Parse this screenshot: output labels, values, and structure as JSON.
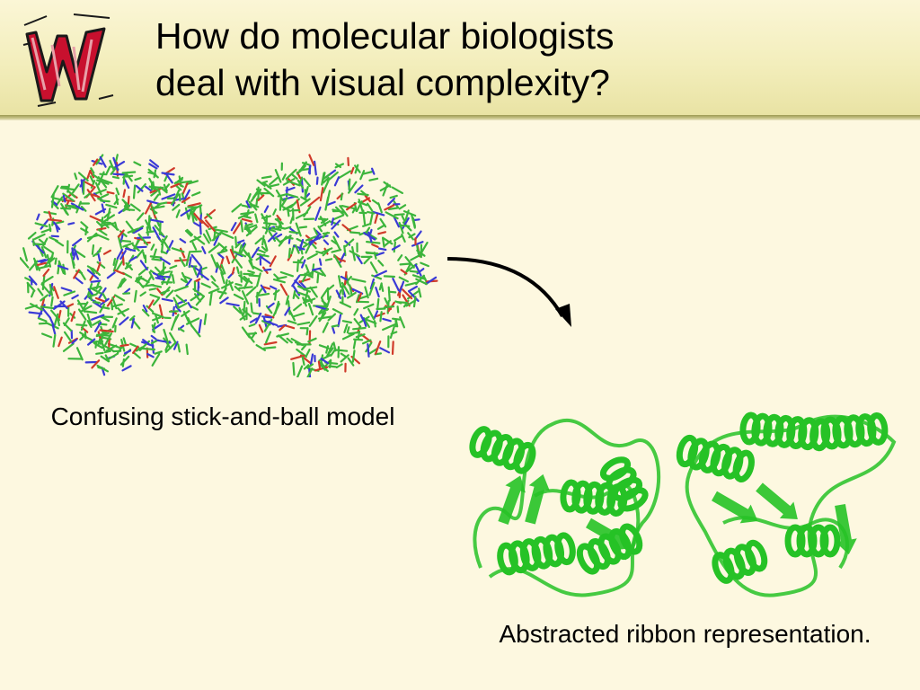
{
  "slide": {
    "title_lines": [
      "How do molecular biologists",
      "deal with visual complexity?"
    ],
    "logo_icon": "university-w-logo-icon",
    "stick_caption": "Confusing stick-and-ball model",
    "ribbon_caption": "Abstracted ribbon representation.",
    "arrow_icon": "curved-arrow-icon"
  },
  "colors": {
    "background": "#fdf8e0",
    "header_band": "#f3eebc",
    "header_rule": "#9d9a52",
    "carbon_green": "#3cb53c",
    "nitrogen_blue": "#3a3ad6",
    "oxygen_red": "#d03a2a",
    "ribbon_green": "#26c226",
    "logo_red": "#c8102e"
  }
}
